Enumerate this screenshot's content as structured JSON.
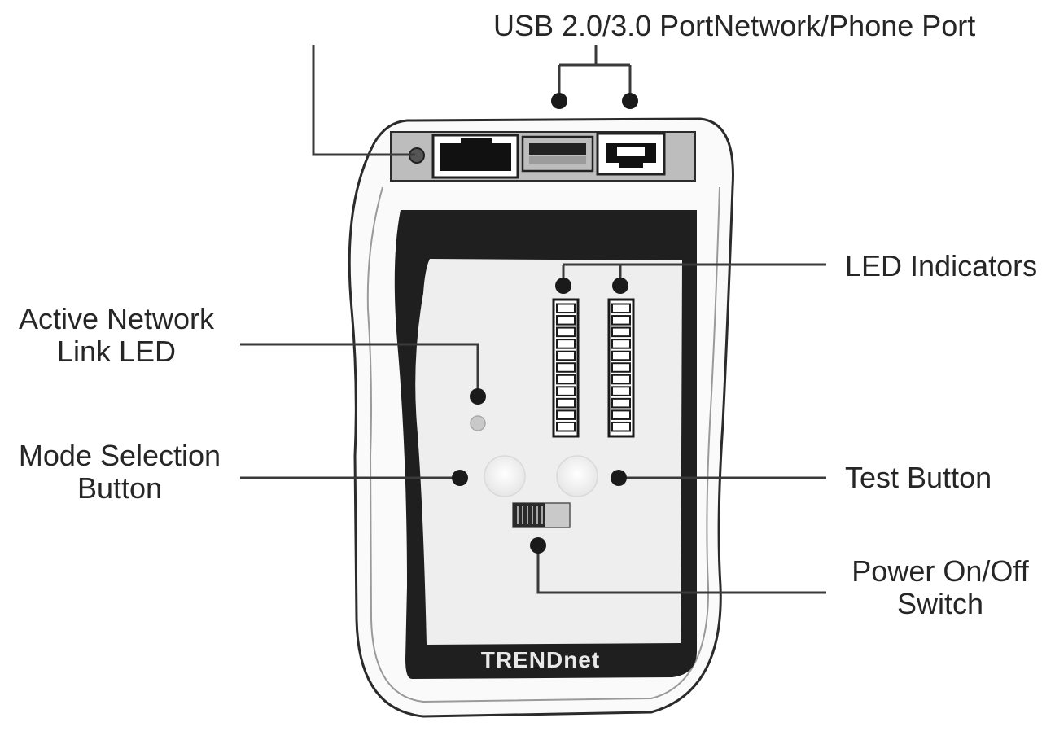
{
  "labels": {
    "top_ports": "USB 2.0/3.0 PortNetwork/Phone Port",
    "led_indicators": "LED Indicators",
    "active_link_led": [
      "Active Network",
      "Link LED"
    ],
    "mode_button": [
      "Mode Selection",
      "Button"
    ],
    "test_button": "Test Button",
    "power_switch": [
      "Power On/Off",
      "Switch"
    ]
  },
  "brand": "TRENDnet",
  "colors": {
    "outline": "#2b2b2b",
    "callout": "#3a3a3a",
    "frame": "#1f1f1f",
    "panel": "#eeeeee",
    "port_strip": "#bdbdbd"
  },
  "led_columns": 2,
  "leds_per_column": 11
}
